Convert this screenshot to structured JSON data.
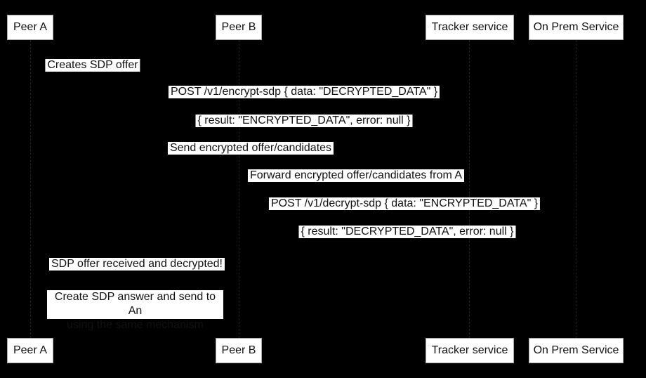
{
  "diagram": {
    "type": "sequence-diagram",
    "participants": [
      {
        "label": "Peer A"
      },
      {
        "label": "Peer B"
      },
      {
        "label": "Tracker service"
      },
      {
        "label": "On Prem Service"
      }
    ],
    "messages": [
      {
        "label": "Creates SDP offer"
      },
      {
        "label": "POST /v1/encrypt-sdp { data: \"DECRYPTED_DATA\" }"
      },
      {
        "label": "{ result: \"ENCRYPTED_DATA\", error: null }"
      },
      {
        "label": "Send encrypted offer/candidates"
      },
      {
        "label": "Forward encrypted offer/candidates from A"
      },
      {
        "label": "POST /v1/decrypt-sdp { data: \"ENCRYPTED_DATA\" }"
      },
      {
        "label": "{ result: \"DECRYPTED_DATA\", error: null }"
      },
      {
        "label": "SDP offer received and decrypted!"
      }
    ],
    "note": {
      "line1": "Create SDP answer and send to An",
      "line2": "using the same mechanism"
    },
    "colors": {
      "background": "#000000",
      "box_fill": "#ffffff",
      "text": "#111111"
    }
  }
}
